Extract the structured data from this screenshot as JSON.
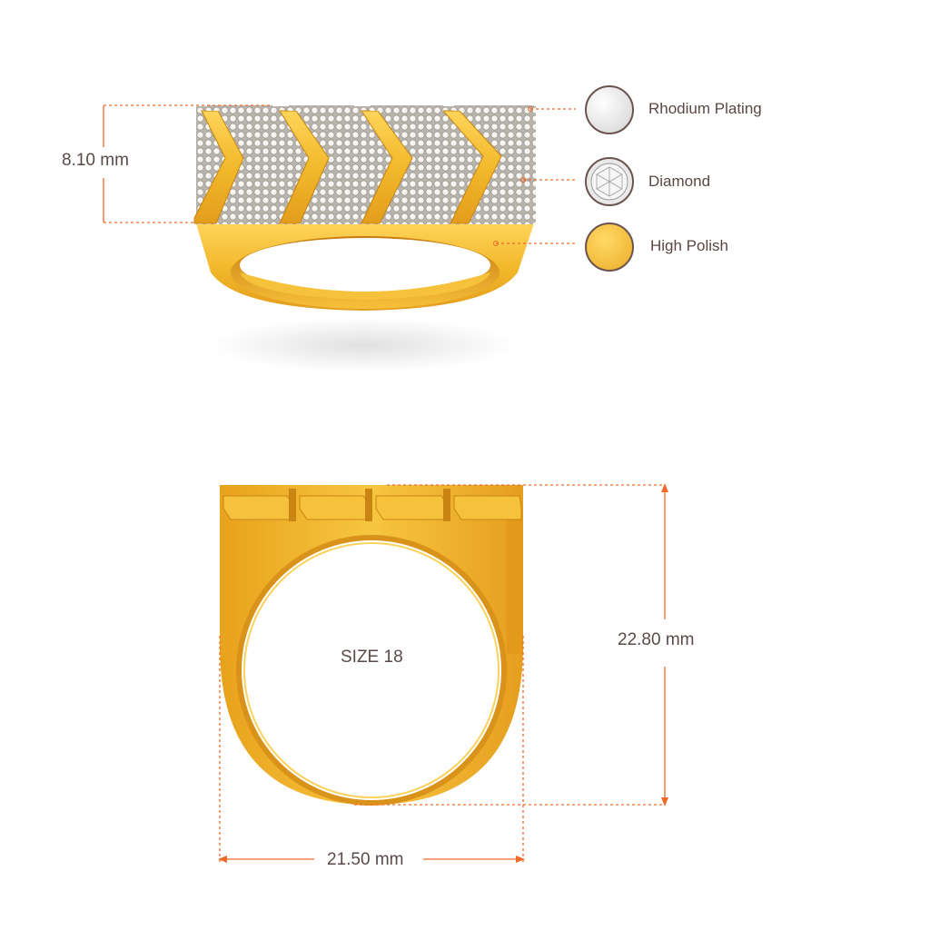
{
  "dimensions": {
    "height": "8.10 mm",
    "total_height": "22.80 mm",
    "width": "21.50 mm",
    "size": "SIZE 18"
  },
  "legend": [
    {
      "label": "Rhodium Plating",
      "swatch": "rhodium-swatch",
      "color": "#eaeaea"
    },
    {
      "label": "Diamond",
      "swatch": "diamond-swatch",
      "color": "#e4e4e4"
    },
    {
      "label": "High Polish",
      "swatch": "gold-swatch",
      "color": "#f4c242"
    }
  ],
  "colors": {
    "dimension_line": "#f26a2a",
    "gold": "#f0b82c",
    "gold_dark": "#d9901a",
    "gold_light": "#ffd65a",
    "text": "#5a4a48"
  }
}
